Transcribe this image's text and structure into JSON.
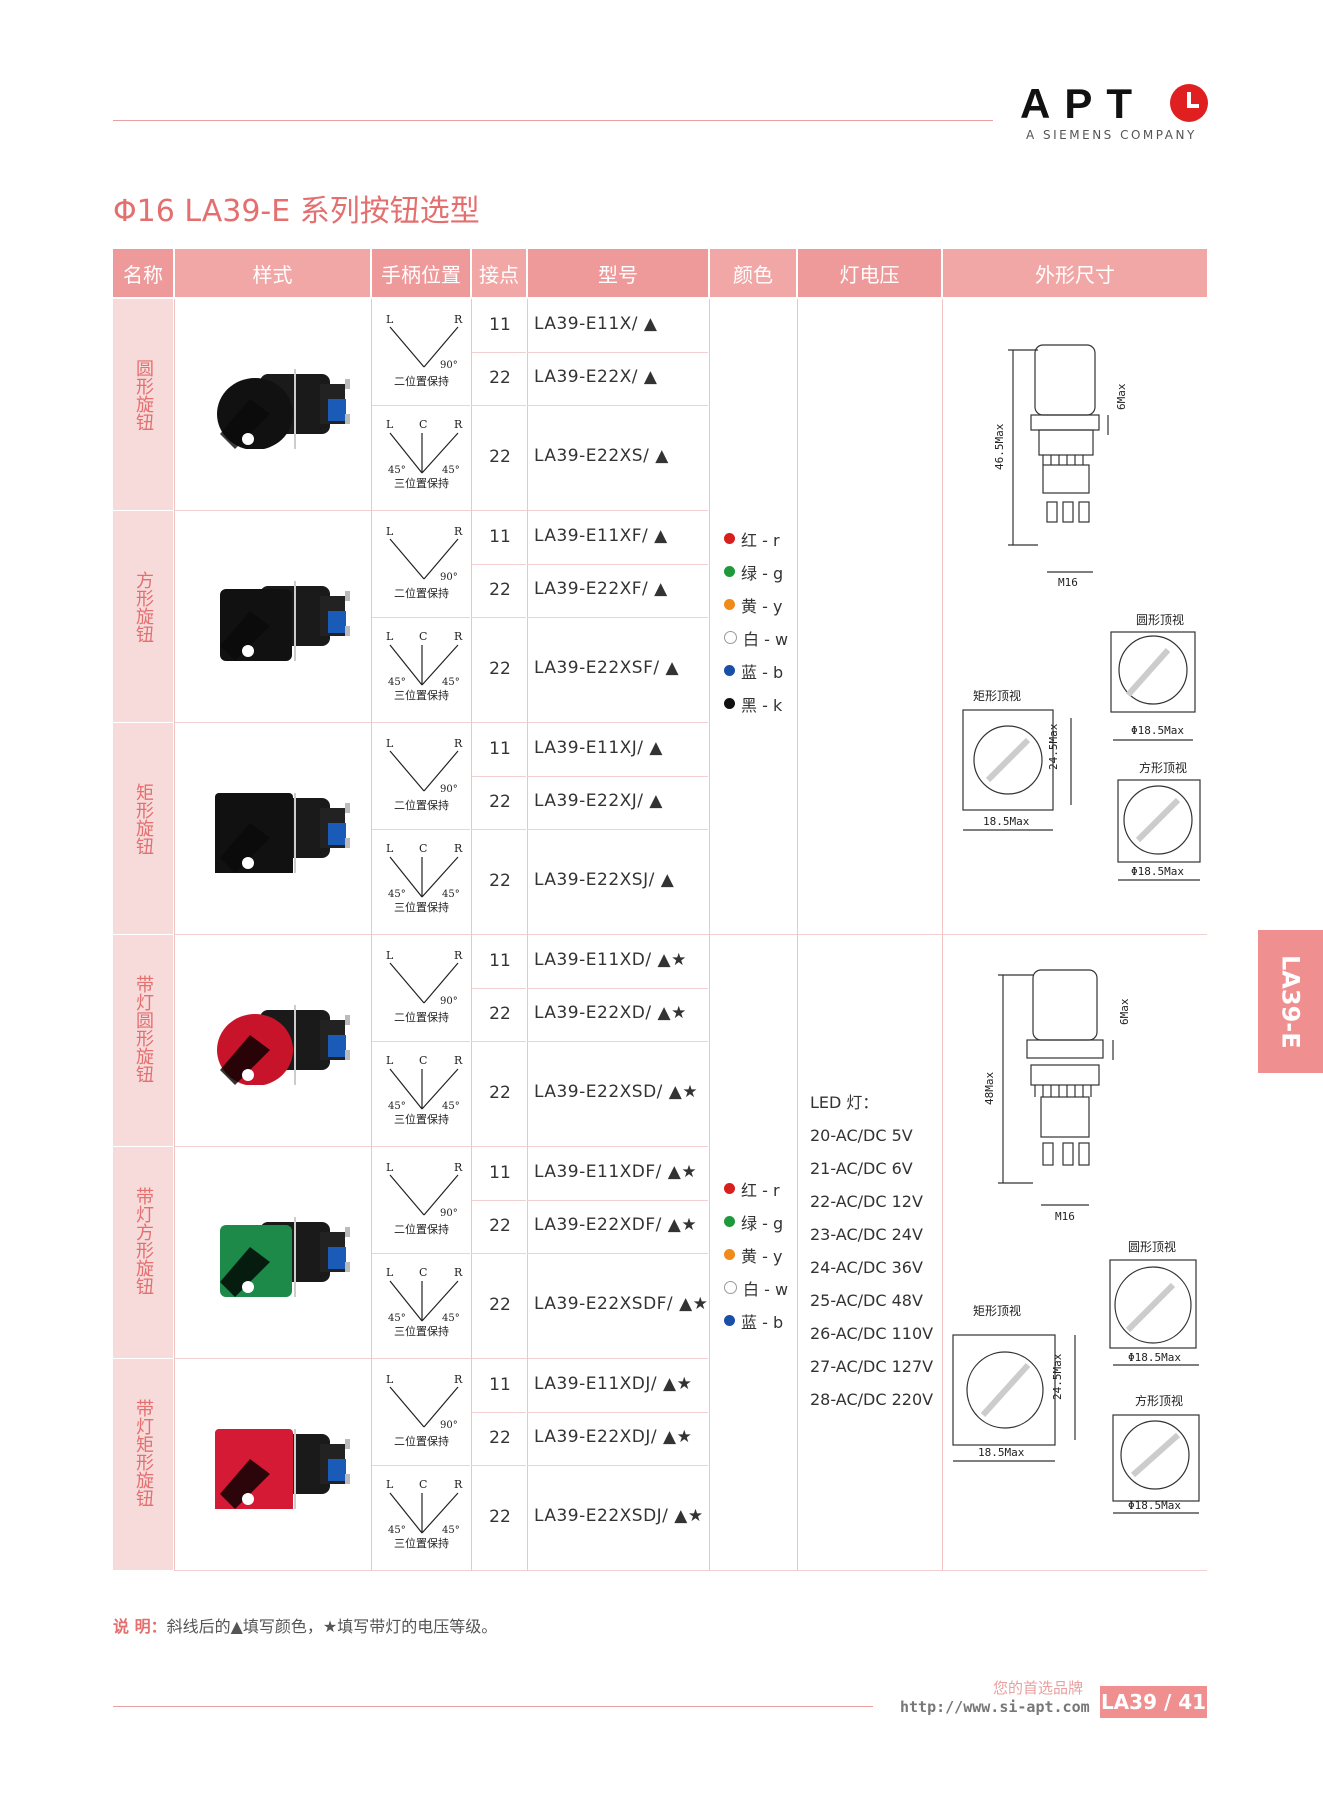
{
  "brand": {
    "logo": "APT",
    "sub": "A SIEMENS COMPANY"
  },
  "title": "Φ16 LA39-E 系列按钮选型",
  "headers": [
    "名称",
    "样式",
    "手柄位置",
    "接点",
    "型号",
    "颜色",
    "灯电压",
    "外形尺寸"
  ],
  "groups": [
    {
      "name": "圆形旋钮",
      "rows": [
        {
          "contacts": "11",
          "model": "LA39-E11X/ ▲"
        },
        {
          "contacts": "22",
          "model": "LA39-E22X/ ▲"
        },
        {
          "contacts": "22",
          "model": "LA39-E22XS/ ▲"
        }
      ]
    },
    {
      "name": "方形旋钮",
      "rows": [
        {
          "contacts": "11",
          "model": "LA39-E11XF/ ▲"
        },
        {
          "contacts": "22",
          "model": "LA39-E22XF/ ▲"
        },
        {
          "contacts": "22",
          "model": "LA39-E22XSF/ ▲"
        }
      ]
    },
    {
      "name": "矩形旋钮",
      "rows": [
        {
          "contacts": "11",
          "model": "LA39-E11XJ/ ▲"
        },
        {
          "contacts": "22",
          "model": "LA39-E22XJ/ ▲"
        },
        {
          "contacts": "22",
          "model": "LA39-E22XSJ/ ▲"
        }
      ]
    },
    {
      "name": "带灯圆形旋钮",
      "rows": [
        {
          "contacts": "11",
          "model": "LA39-E11XD/ ▲★"
        },
        {
          "contacts": "22",
          "model": "LA39-E22XD/ ▲★"
        },
        {
          "contacts": "22",
          "model": "LA39-E22XSD/ ▲★"
        }
      ]
    },
    {
      "name": "带灯方形旋钮",
      "rows": [
        {
          "contacts": "11",
          "model": "LA39-E11XDF/ ▲★"
        },
        {
          "contacts": "22",
          "model": "LA39-E22XDF/ ▲★"
        },
        {
          "contacts": "22",
          "model": "LA39-E22XSDF/ ▲★"
        }
      ]
    },
    {
      "name": "带灯矩形旋钮",
      "rows": [
        {
          "contacts": "11",
          "model": "LA39-E11XDJ/ ▲★"
        },
        {
          "contacts": "22",
          "model": "LA39-E22XDJ/ ▲★"
        },
        {
          "contacts": "22",
          "model": "LA39-E22XSDJ/ ▲★"
        }
      ]
    }
  ],
  "handle": {
    "two": {
      "l": "L",
      "r": "R",
      "angle": "90°",
      "label": "二位置保持"
    },
    "three": {
      "l": "L",
      "c": "C",
      "r": "R",
      "a1": "45°",
      "a2": "45°",
      "label": "三位置保持"
    }
  },
  "colors_a": [
    {
      "label": "红 - r",
      "hex": "#d61f1f"
    },
    {
      "label": "绿 - g",
      "hex": "#1f9a3a"
    },
    {
      "label": "黄 - y",
      "hex": "#f08a1c"
    },
    {
      "label": "白 - w",
      "hex": "#ffffff"
    },
    {
      "label": "蓝 - b",
      "hex": "#1a4fa8"
    },
    {
      "label": "黑 - k",
      "hex": "#111111"
    }
  ],
  "colors_b": [
    {
      "label": "红 - r",
      "hex": "#d61f1f"
    },
    {
      "label": "绿 - g",
      "hex": "#1f9a3a"
    },
    {
      "label": "黄 - y",
      "hex": "#f08a1c"
    },
    {
      "label": "白 - w",
      "hex": "#ffffff"
    },
    {
      "label": "蓝 - b",
      "hex": "#1a4fa8"
    }
  ],
  "voltage": {
    "title": "LED 灯：",
    "items": [
      "20-AC/DC 5V",
      "21-AC/DC 6V",
      "22-AC/DC 12V",
      "23-AC/DC 24V",
      "24-AC/DC 36V",
      "25-AC/DC 48V",
      "26-AC/DC 110V",
      "27-AC/DC 127V",
      "28-AC/DC 220V"
    ]
  },
  "drawing_a": {
    "height": "46.5Max",
    "top": "6Max",
    "m16": "M16",
    "round": "圆形顶视",
    "rect": "矩形顶视",
    "square": "方形顶视",
    "d1": "Φ18.5Max",
    "d2": "24.5Max",
    "d3": "18.5Max",
    "d4": "Φ18.5Max"
  },
  "drawing_b": {
    "height": "48Max",
    "top": "6Max",
    "m16": "M16",
    "round": "圆形顶视",
    "rect": "矩形顶视",
    "square": "方形顶视",
    "d1": "Φ18.5Max",
    "d2": "24.5Max",
    "d3": "18.5Max",
    "d4": "Φ18.5Max"
  },
  "note": {
    "label": "说 明：",
    "text": "斜线后的▲填写颜色，★填写带灯的电压等级。"
  },
  "footer": {
    "slogan": "您的首选品牌",
    "url": "http://www.si-apt.com",
    "badge": "LA39 / 41"
  },
  "sidetab": "LA39-E"
}
